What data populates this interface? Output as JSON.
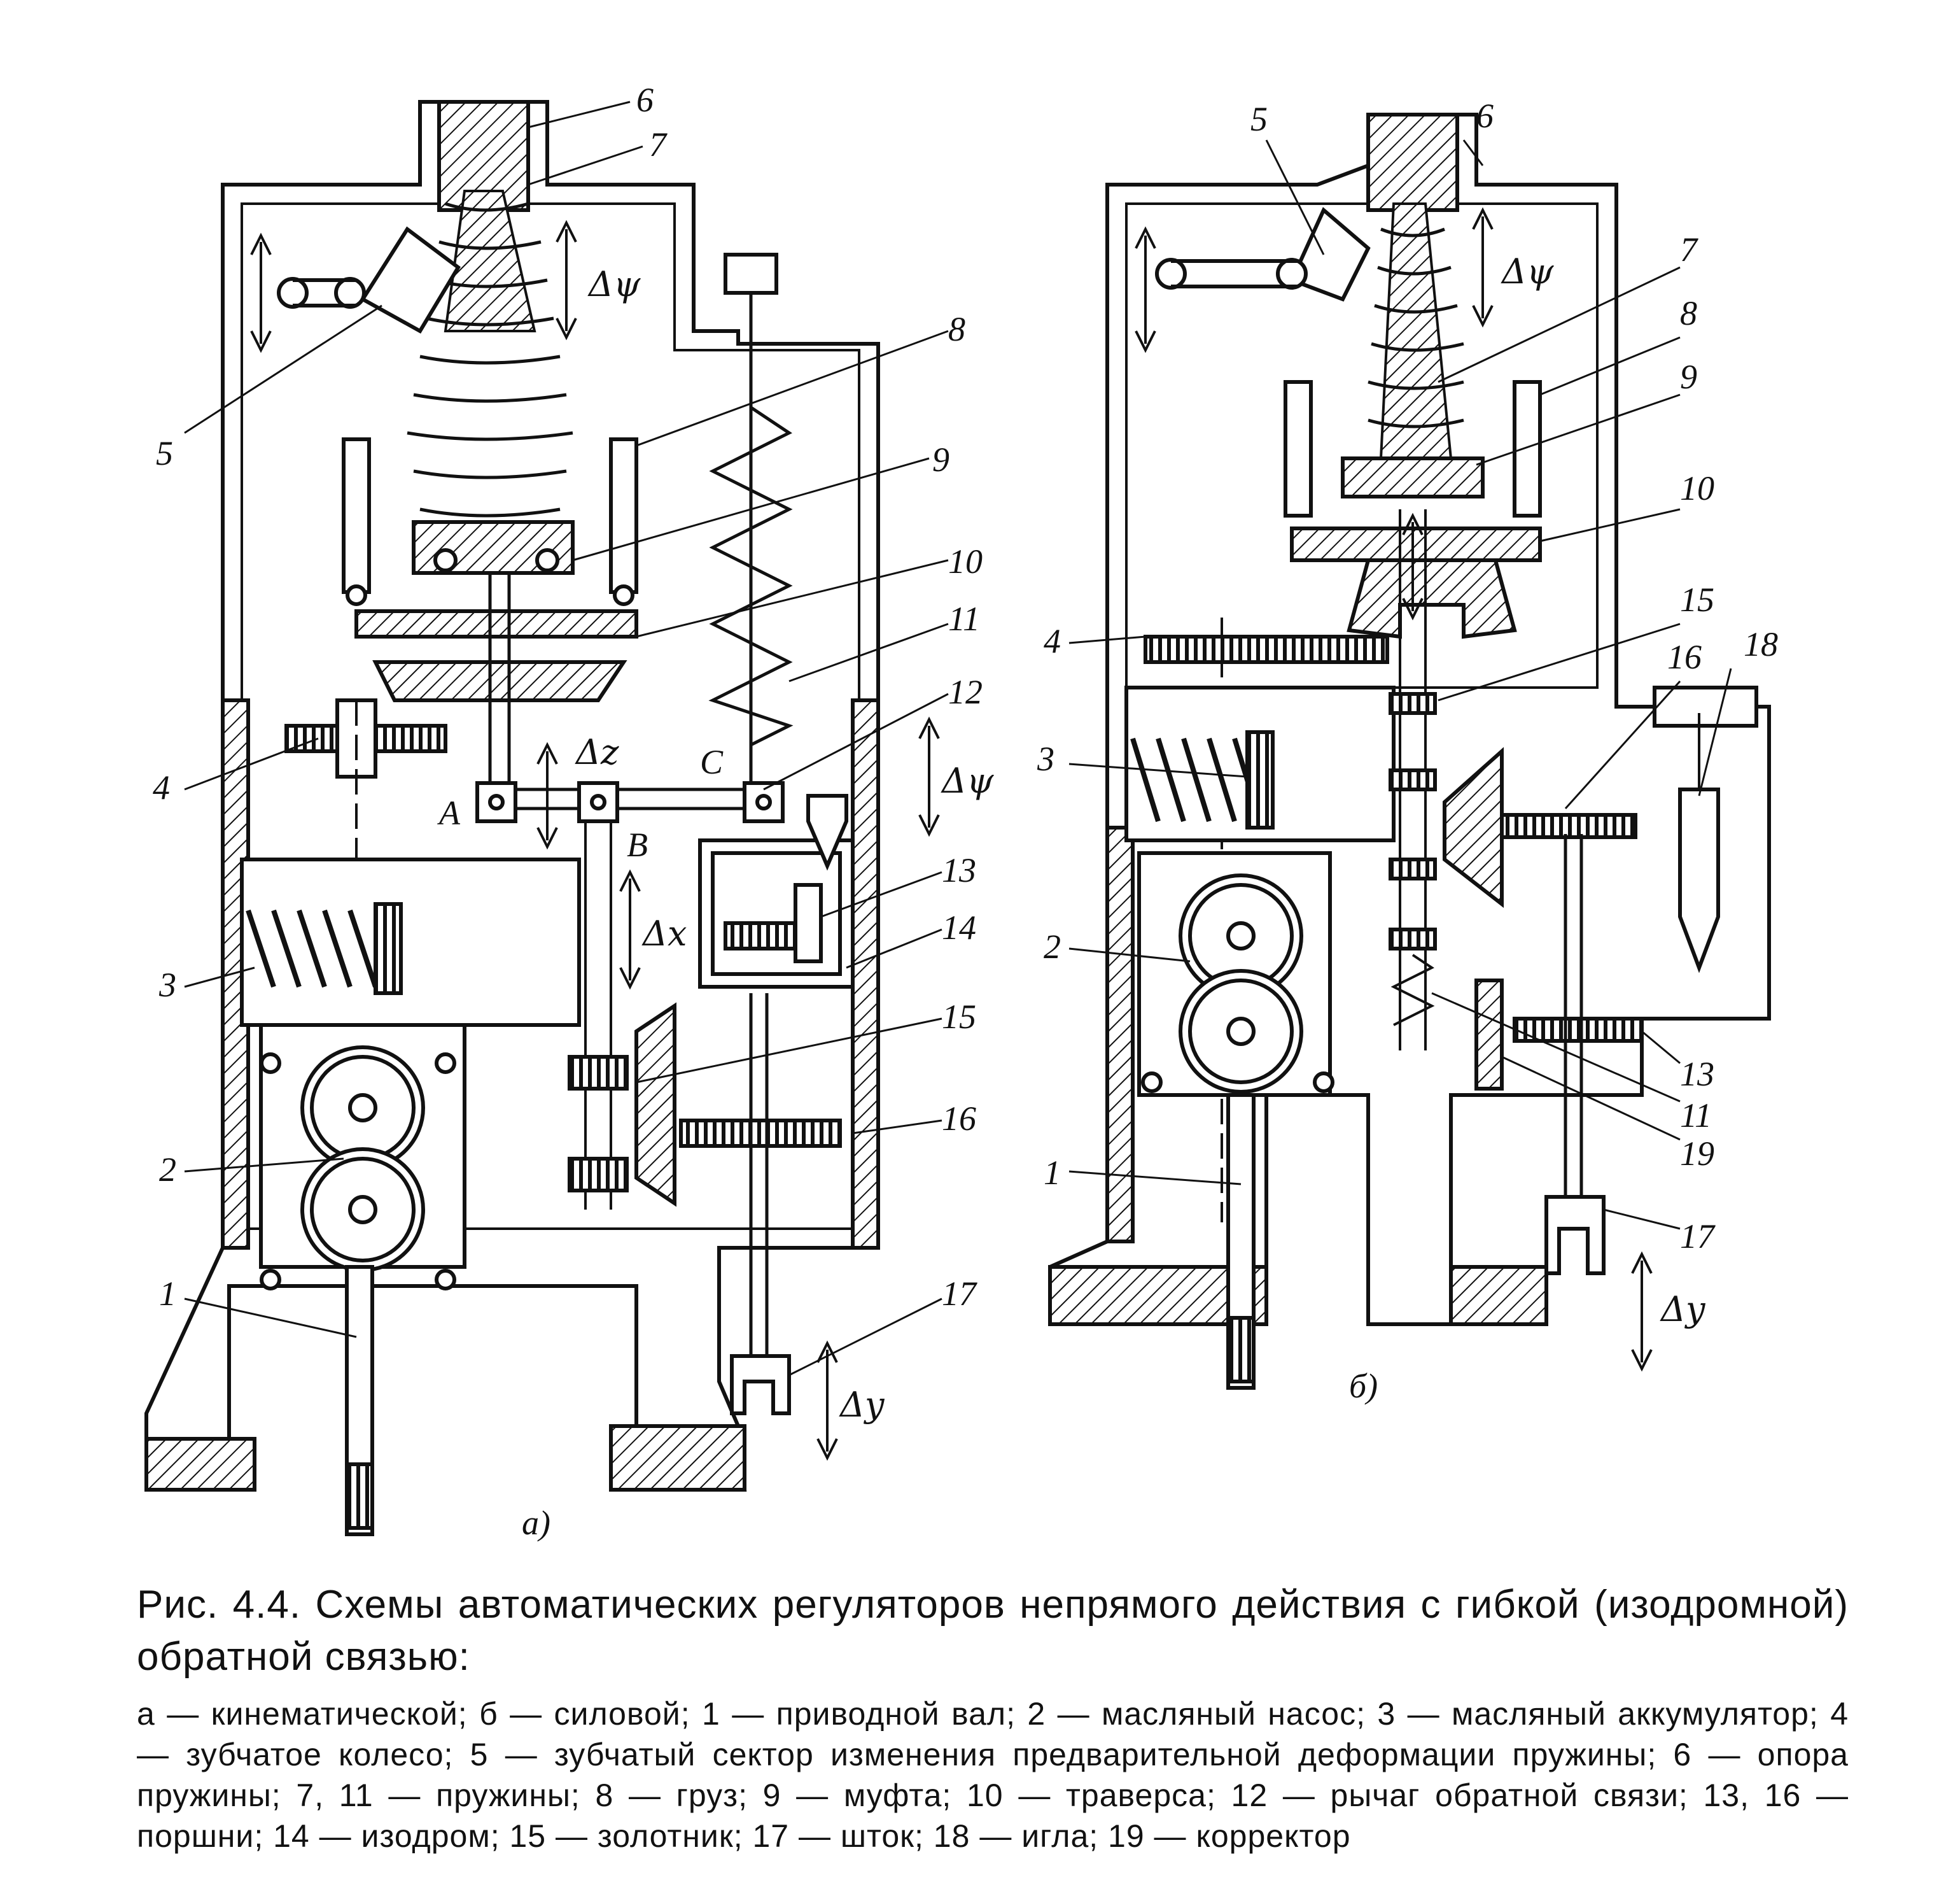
{
  "figure": {
    "diagram_a": {
      "sublabel": "а)",
      "parts": [
        "6",
        "7",
        "5",
        "8",
        "9",
        "10",
        "11",
        "12",
        "4",
        "3",
        "13",
        "14",
        "15",
        "2",
        "16",
        "1",
        "17"
      ],
      "points": [
        "A",
        "B",
        "C"
      ],
      "symbols": [
        "Δψ",
        "Δz",
        "Δψ",
        "Δx",
        "Δy"
      ]
    },
    "diagram_b": {
      "sublabel": "б)",
      "parts": [
        "5",
        "6",
        "7",
        "8",
        "9",
        "10",
        "4",
        "15",
        "16",
        "18",
        "3",
        "2",
        "13",
        "11",
        "19",
        "1",
        "17"
      ],
      "symbols": [
        "Δψ",
        "Δy"
      ]
    }
  },
  "caption": {
    "title": "Рис. 4.4. Схемы автоматических регуляторов непрямого действия с гибкой (изодромной) обратной связью:",
    "legend": "а — кинематической; б — силовой; 1 — приводной вал; 2 — масляный насос; 3 — масляный аккумулятор; 4 — зубчатое колесо; 5 — зубчатый сектор изменения предварительной деформации пружины; 6 — опора пружины; 7, 11 — пружины; 8 — груз; 9 — муфта; 10 — траверса; 12 — рычаг обратной связи; 13, 16 — поршни; 14 — изодром; 15 — золотник; 17 — шток; 18 — игла; 19 — корректор"
  }
}
